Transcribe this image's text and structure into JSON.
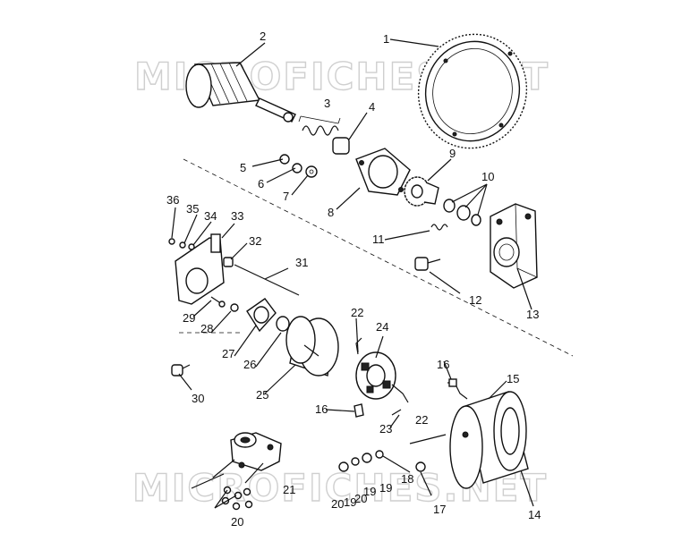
{
  "watermarks": [
    "MICROFICHES.NET",
    "MICROFICHES.NET"
  ],
  "callouts": [
    {
      "key": "1",
      "text": "1"
    },
    {
      "key": "2",
      "text": "2"
    },
    {
      "key": "3",
      "text": "3"
    },
    {
      "key": "4",
      "text": "4"
    },
    {
      "key": "5",
      "text": "5"
    },
    {
      "key": "6",
      "text": "6"
    },
    {
      "key": "7",
      "text": "7"
    },
    {
      "key": "8",
      "text": "8"
    },
    {
      "key": "9",
      "text": "9"
    },
    {
      "key": "10",
      "text": "10"
    },
    {
      "key": "11",
      "text": "11"
    },
    {
      "key": "12",
      "text": "12"
    },
    {
      "key": "13",
      "text": "13"
    },
    {
      "key": "14",
      "text": "14"
    },
    {
      "key": "15",
      "text": "15"
    },
    {
      "key": "16a",
      "text": "16"
    },
    {
      "key": "16b",
      "text": "16"
    },
    {
      "key": "17",
      "text": "17"
    },
    {
      "key": "18",
      "text": "18"
    },
    {
      "key": "19a",
      "text": "19"
    },
    {
      "key": "19b",
      "text": "19"
    },
    {
      "key": "19c",
      "text": "19"
    },
    {
      "key": "20a",
      "text": "20"
    },
    {
      "key": "20b",
      "text": "20"
    },
    {
      "key": "20c",
      "text": "20"
    },
    {
      "key": "21",
      "text": "21"
    },
    {
      "key": "22a",
      "text": "22"
    },
    {
      "key": "22b",
      "text": "22"
    },
    {
      "key": "23",
      "text": "23"
    },
    {
      "key": "24",
      "text": "24"
    },
    {
      "key": "25",
      "text": "25"
    },
    {
      "key": "26",
      "text": "26"
    },
    {
      "key": "27",
      "text": "27"
    },
    {
      "key": "28",
      "text": "28"
    },
    {
      "key": "29",
      "text": "29"
    },
    {
      "key": "30",
      "text": "30"
    },
    {
      "key": "31",
      "text": "31"
    },
    {
      "key": "32",
      "text": "32"
    },
    {
      "key": "33",
      "text": "33"
    },
    {
      "key": "34",
      "text": "34"
    },
    {
      "key": "35",
      "text": "35"
    },
    {
      "key": "36",
      "text": "36"
    }
  ]
}
